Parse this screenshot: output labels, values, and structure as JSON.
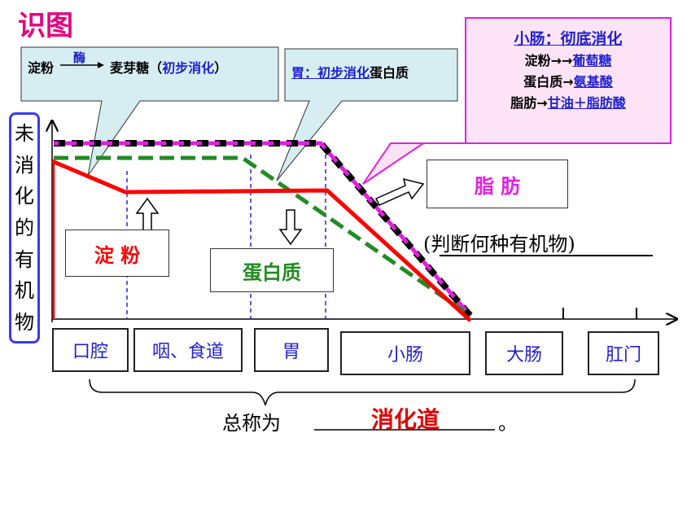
{
  "title": "识图",
  "callouts": {
    "mouth": {
      "starch": "淀粉",
      "enzyme": "酶",
      "maltose": "麦芽糖（",
      "stage": "初步消化",
      "close": "）"
    },
    "stomach": {
      "stage": "胃：初步消化",
      "nutrient": "蛋白质"
    },
    "small_intestine": {
      "title": "小肠：彻底消化",
      "rows": [
        {
          "from": "淀粉→→",
          "to": "葡萄糖"
        },
        {
          "from": "蛋白质→",
          "to": "氨基酸"
        },
        {
          "from": "脂肪→",
          "to": "甘油＋脂肪酸"
        }
      ]
    }
  },
  "ylabel_chars": [
    "未",
    "消",
    "化",
    "的",
    "有",
    "机",
    "物"
  ],
  "nutrient_boxes": {
    "starch": "淀 粉",
    "protein": "蛋白质",
    "fat": "脂 肪"
  },
  "hint": "(判断何种有机物)",
  "organs": [
    "口腔",
    "咽、食道",
    "胃",
    "小肠",
    "大肠",
    "肛门"
  ],
  "summary": {
    "prefix": "总称为",
    "answer": "消化道",
    "suffix": "。"
  },
  "colors": {
    "title": "#e6007e",
    "starch_curve": "#ff0000",
    "protein_curve": "#228b22",
    "fat_curve": "#e020e0",
    "callout_fill": "#d6eef2",
    "label_blue": "#1f1fd0"
  }
}
